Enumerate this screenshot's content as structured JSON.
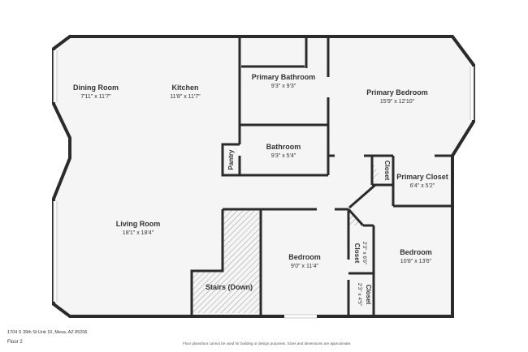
{
  "rooms": {
    "dining_room": {
      "name": "Dining Room",
      "dims": "7'11\" x 11'7\""
    },
    "kitchen": {
      "name": "Kitchen",
      "dims": "11'8\" x 11'7\""
    },
    "primary_bathroom": {
      "name": "Primary Bathroom",
      "dims": "9'3\" x 9'3\""
    },
    "primary_bedroom": {
      "name": "Primary Bedroom",
      "dims": "15'9\" x 12'10\""
    },
    "bathroom": {
      "name": "Bathroom",
      "dims": "9'3\" x 5'4\""
    },
    "pantry": {
      "name": "Pantry"
    },
    "closet_small": {
      "name": "Closet"
    },
    "primary_closet": {
      "name": "Primary Closet",
      "dims": "6'4\" x 5'2\""
    },
    "living_room": {
      "name": "Living Room",
      "dims": "18'1\" x 18'4\""
    },
    "bedroom_mid": {
      "name": "Bedroom",
      "dims": "9'0\" x 11'4\""
    },
    "bedroom_right": {
      "name": "Bedroom",
      "dims": "10'8\" x 13'6\""
    },
    "closet_upper": {
      "name": "Closet",
      "dims": "2'3\" x 6'9\""
    },
    "closet_lower": {
      "name": "Closet",
      "dims": "2'3\" x 4'5\""
    },
    "stairs": {
      "name": "Stairs (Down)"
    }
  },
  "footer": {
    "address": "1704 S 39th St Unit 10, Mesa, AZ 85206",
    "floor": "Floor 2",
    "disclaimer": "Floor plans/tour cannot be used for building or design purposes. Sizes and dimensions are approximate."
  },
  "colors": {
    "wall": "#2b2b2b",
    "floor": "#f5f5f5",
    "window": "#b8b8b8"
  }
}
